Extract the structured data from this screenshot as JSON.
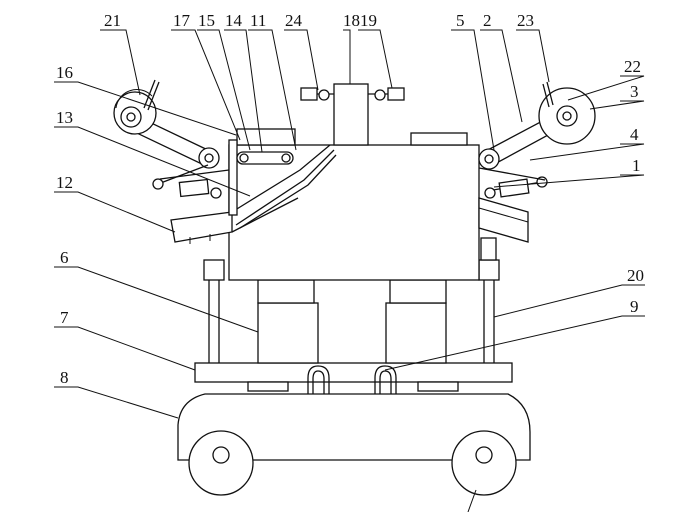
{
  "labels": {
    "l21": "21",
    "l17": "17",
    "l15": "15",
    "l14": "14",
    "l11": "11",
    "l24": "24",
    "l18": "18",
    "l19": "19",
    "l5": "5",
    "l2": "2",
    "l23": "23",
    "l22": "22",
    "l3": "3",
    "l4": "4",
    "l1": "1",
    "l16": "16",
    "l13": "13",
    "l12": "12",
    "l6": "6",
    "l20": "20",
    "l7": "7",
    "l9": "9",
    "l8": "8"
  }
}
